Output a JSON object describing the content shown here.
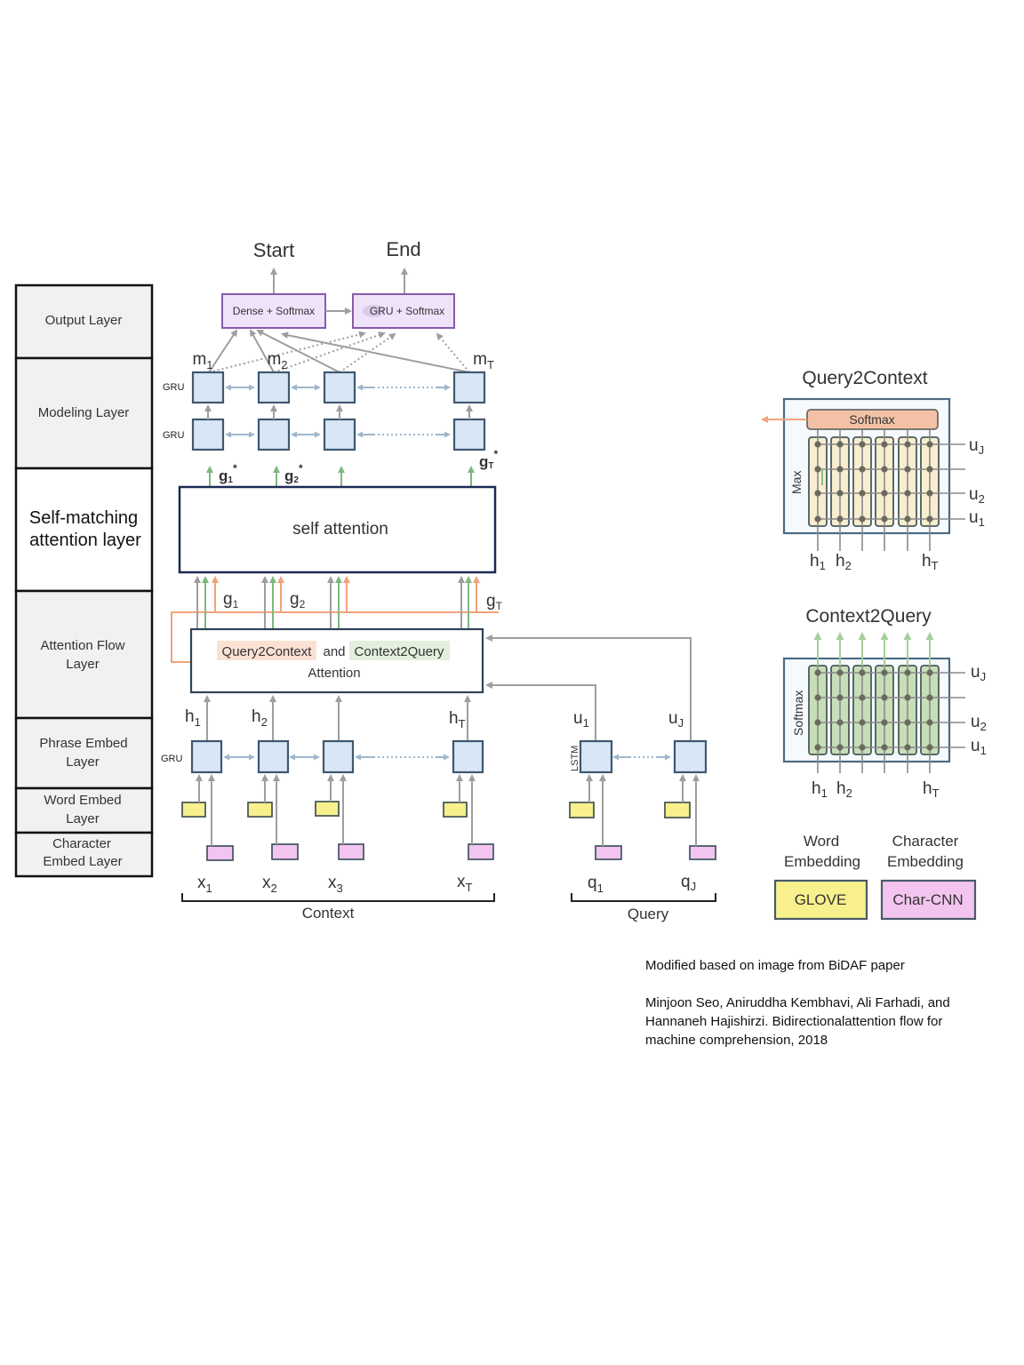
{
  "layers": [
    {
      "label_line1": "Output  Layer",
      "label_line2": ""
    },
    {
      "label_line1": "Modeling  Layer",
      "label_line2": ""
    },
    {
      "label_line1": "Self-matching",
      "label_line2": "attention layer"
    },
    {
      "label_line1": "Attention  Flow",
      "label_line2": "Layer"
    },
    {
      "label_line1": "Phrase Embed",
      "label_line2": "Layer"
    },
    {
      "label_line1": "Word Embed",
      "label_line2": "Layer"
    },
    {
      "label_line1": "Character",
      "label_line2": "Embed Layer"
    }
  ],
  "output": {
    "start": "Start",
    "end": "End",
    "dense_box": "Dense  + Softmax",
    "gru_box": "GRU + Softmax"
  },
  "modeling": {
    "rnn_label": "GRU",
    "m_labels": [
      "m",
      "m",
      "m"
    ],
    "m_subs": [
      "1",
      "2",
      "T"
    ]
  },
  "self_matching": {
    "box_label": "self attention",
    "gstar_labels": [
      "g",
      "g",
      "g"
    ],
    "gstar_subs": [
      "1",
      "2",
      "T"
    ],
    "star": "*"
  },
  "attention_flow": {
    "g_labels": [
      "g",
      "g",
      "g"
    ],
    "g_subs": [
      "1",
      "2",
      "T"
    ],
    "q2c": "Query2Context",
    "and": "and",
    "c2q": "Context2Query",
    "attention": "Attention"
  },
  "phrase_embed": {
    "rnn_label": "GRU",
    "query_rnn_label": "LSTM",
    "h_labels": [
      "h",
      "h",
      "h"
    ],
    "h_subs": [
      "1",
      "2",
      "T"
    ],
    "u_labels": [
      "u",
      "u"
    ],
    "u_subs": [
      "1",
      "J"
    ]
  },
  "inputs": {
    "x_labels": [
      "x",
      "x",
      "x",
      "x"
    ],
    "x_subs": [
      "1",
      "2",
      "3",
      "T"
    ],
    "q_labels": [
      "q",
      "q"
    ],
    "q_subs": [
      "1",
      "J"
    ],
    "context": "Context",
    "query": "Query"
  },
  "q2c_panel": {
    "title": "Query2Context",
    "softmax": "Softmax",
    "max": "Max",
    "u_labels": [
      "u",
      "u",
      "u"
    ],
    "u_subs": [
      "J",
      "2",
      "1"
    ],
    "h_labels": [
      "h",
      "h",
      "h"
    ],
    "h_subs": [
      "1",
      "2",
      "T"
    ]
  },
  "c2q_panel": {
    "title": "Context2Query",
    "softmax": "Softmax",
    "u_labels": [
      "u",
      "u",
      "u"
    ],
    "u_subs": [
      "J",
      "2",
      "1"
    ],
    "h_labels": [
      "h",
      "h",
      "h"
    ],
    "h_subs": [
      "1",
      "2",
      "T"
    ]
  },
  "legend": {
    "word_line1": "Word",
    "word_line2": "Embedding",
    "char_line1": "Character",
    "char_line2": "Embedding",
    "glove": "GLOVE",
    "charcnn": "Char-CNN"
  },
  "colors": {
    "cell_fill": "#d9e6f5",
    "word_embed": "#f7f08c",
    "char_embed": "#f3c4ef",
    "output_box": "#efe3fa",
    "output_border": "#8a5aa8",
    "q2c_highlight": "#fbe1d4",
    "c2q_highlight": "#e2efdc",
    "softmax_box": "#f3c2a6",
    "q2c_column": "#f8edce",
    "c2q_column": "#c7dfb8"
  },
  "notes": {
    "line1": "Modified based on image from BiDAF paper",
    "citation": "Minjoon Seo, Aniruddha Kembhavi, Ali Farhadi, and Hannaneh Hajishirzi.   Bidirectionalattention flow for machine comprehension, 2018"
  }
}
